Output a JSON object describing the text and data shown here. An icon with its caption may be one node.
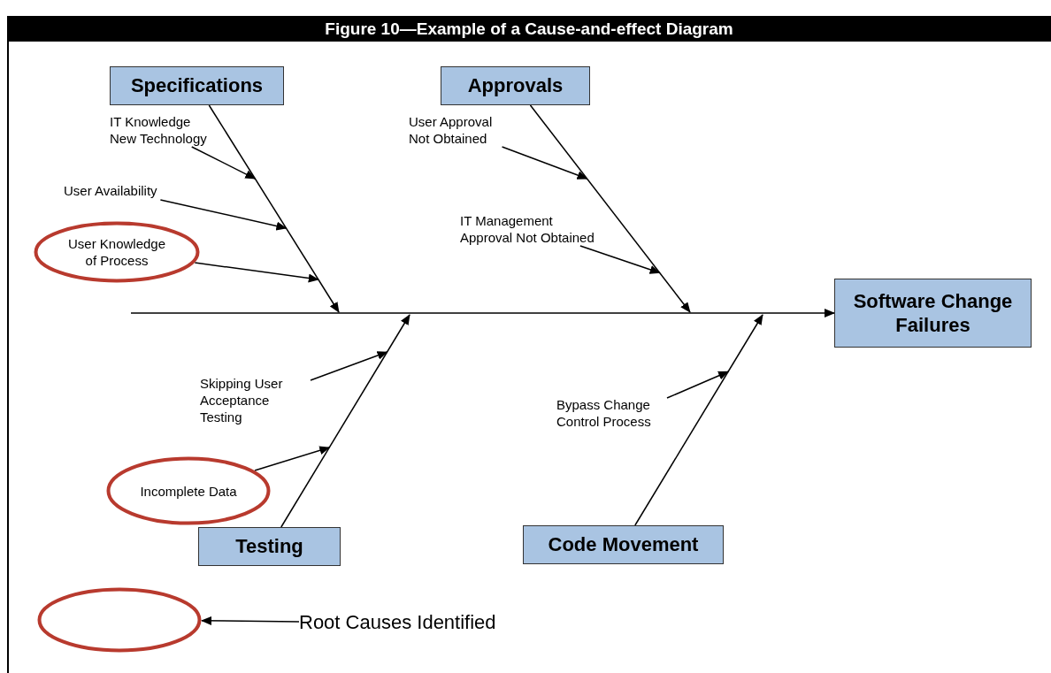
{
  "diagram": {
    "title": "Figure 10—Example of a Cause-and-effect Diagram",
    "nodes": [
      {
        "text": [
          "Specifications"
        ]
      },
      {
        "text": [
          "Approvals"
        ]
      },
      {
        "text": [
          "Software Change Failures"
        ]
      },
      {
        "text": [
          "Testing"
        ]
      },
      {
        "text": [
          "Code Movement"
        ]
      },
      {
        "text": [
          "IT Knowledge New Technology"
        ]
      },
      {
        "text": [
          "User Availability"
        ]
      },
      {
        "text": [
          "User Knowledge of Process"
        ]
      },
      {
        "text": [
          "User Approval Not Obtained"
        ]
      },
      {
        "text": [
          "IT Management Approval Not Obtained"
        ]
      },
      {
        "text": [
          "Skipping User Acceptance Testing"
        ]
      },
      {
        "text": [
          "Incomplete Data"
        ]
      },
      {
        "text": [
          "Bypass Change Control Process"
        ]
      },
      {
        "text": [],
        "shape": "ellipse"
      },
      {
        "text": [
          "Root Causes Identified"
        ]
      }
    ],
    "edges": [
      {
        "from": null,
        "to": 2,
        "arrow": "to"
      },
      {
        "from": 0,
        "to": 2,
        "arrow": "to"
      },
      {
        "from": 1,
        "to": 2,
        "arrow": "to"
      },
      {
        "from": 3,
        "to": 2,
        "arrow": "to"
      },
      {
        "from": 4,
        "to": 2,
        "arrow": "to"
      },
      {
        "from": 5,
        "to": null,
        "arrow": "to"
      },
      {
        "from": 6,
        "to": null,
        "arrow": "to"
      },
      {
        "from": 7,
        "to": null,
        "arrow": "to"
      },
      {
        "from": 8,
        "to": null,
        "arrow": "to"
      },
      {
        "from": 9,
        "to": null,
        "arrow": "to"
      },
      {
        "from": 10,
        "to": null,
        "arrow": "to"
      },
      {
        "from": 11,
        "to": null,
        "arrow": "to"
      },
      {
        "from": 12,
        "to": null,
        "arrow": "to"
      },
      {
        "from": 14,
        "to": 13,
        "arrow": "to"
      }
    ]
  }
}
